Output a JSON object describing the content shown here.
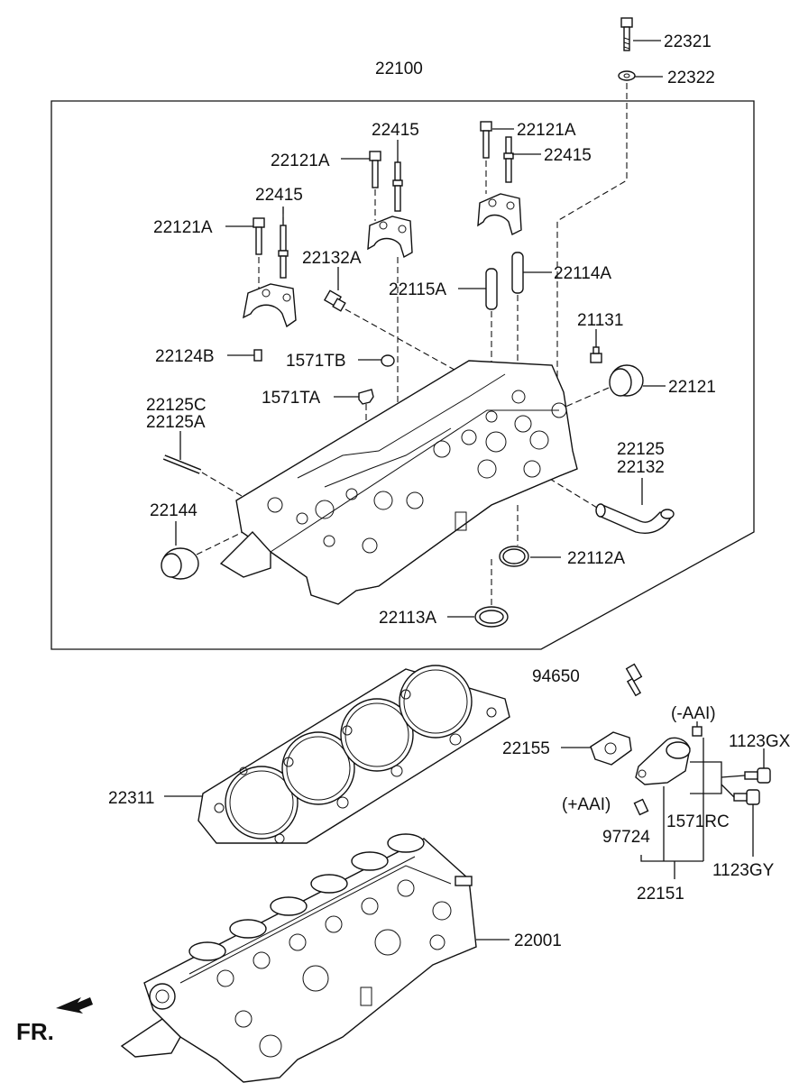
{
  "labels": {
    "p22321": "22321",
    "p22322": "22322",
    "p22100": "22100",
    "p22415_top": "22415",
    "p22121A_mid": "22121A",
    "p22121A_right": "22121A",
    "p22415_right": "22415",
    "p22415_left": "22415",
    "p22121A_left": "22121A",
    "p22132A": "22132A",
    "p22115A": "22115A",
    "p22114A": "22114A",
    "p21131": "21131",
    "p22124B": "22124B",
    "p1571TB": "1571TB",
    "p22121": "22121",
    "p1571TA": "1571TA",
    "p22125C": "22125C",
    "p22125A": "22125A",
    "p22125": "22125",
    "p22132": "22132",
    "p22144": "22144",
    "p22112A": "22112A",
    "p22113A": "22113A",
    "p94650": "94650",
    "pAAI_minus": "(-AAI)",
    "p22155": "22155",
    "p1123GX": "1123GX",
    "p22311": "22311",
    "pAAI_plus": "(+AAI)",
    "p97724": "97724",
    "p1571RC": "1571RC",
    "p1123GY": "1123GY",
    "p22151": "22151",
    "p22001": "22001",
    "fr": "FR."
  }
}
